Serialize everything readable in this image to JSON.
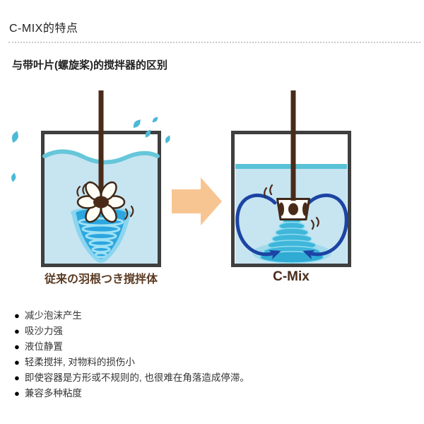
{
  "page": {
    "title": "C-MIX的特点",
    "subtitle": "与带叶片(螺旋桨)的搅拌器的区别"
  },
  "diagram": {
    "left_caption": "従来の羽根つき撹拌体",
    "right_caption": "C-Mix",
    "colors": {
      "tank_border": "#3F3F3F",
      "water_fill": "#C7E4F1",
      "water_surface": "#5BC3D8",
      "splash_drop": "#4CB9D7",
      "vortex_blue": "#2CA6DF",
      "vortex_light": "#8BD5EF",
      "cone_turquoise": "#3FB6DA",
      "circulation_arrow_blue": "#1C44A4",
      "transform_arrow": "#F7C592",
      "shaft_brown": "#4A2B19",
      "caption_brown": "#5A3A22"
    }
  },
  "features": {
    "bullet": "●",
    "items": [
      "减少泡沫产生",
      "吸沙力强",
      "液位静置",
      "轻柔搅拌, 对物料的损伤小",
      "即使容器是方形或不规则的, 也很难在角落造成停滞。",
      "兼容多种粘度"
    ]
  }
}
